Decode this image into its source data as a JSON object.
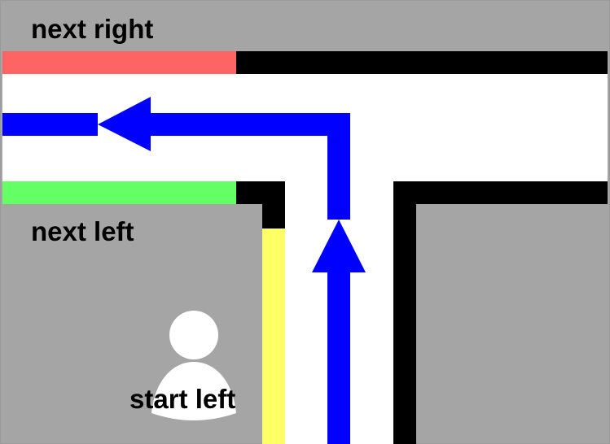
{
  "labels": {
    "next_right": "next right",
    "next_left": "next left",
    "start_left": "start left"
  },
  "colors": {
    "background": "#a5a5a5",
    "road": "#ffffff",
    "wall": "#000000",
    "next_right_marker": "#ff6464",
    "next_left_marker": "#64ff64",
    "start_left_marker": "#ffff66",
    "path_arrow": "#0000ff",
    "text": "#000000"
  },
  "icons": {
    "person": "person-icon",
    "path_arrow": "arrow-path-icon"
  }
}
